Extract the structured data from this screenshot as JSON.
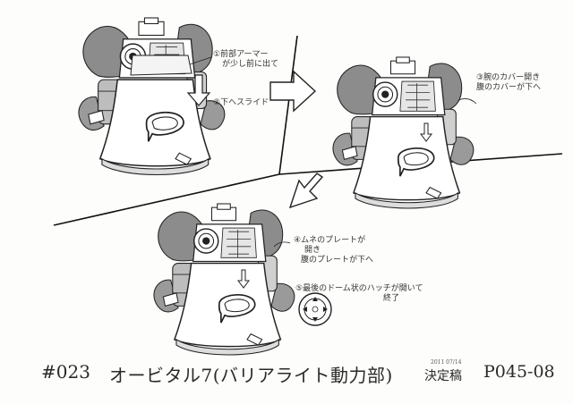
{
  "sheet": {
    "code": "#023",
    "title": "オービタル7(バリアライト動力部)",
    "date": "2011 07/14",
    "status": "決定稿",
    "page": "P045-08"
  },
  "notes": {
    "step1_line1": "①前部アーマー",
    "step1_line2": "が少し前に出て",
    "step2": "②下へスライド",
    "step3_line1": "③腕のカバー開き",
    "step3_line2": "腹のカバーが下へ",
    "step4_line1": "④ムネのプレートが",
    "step4_line2": "開き",
    "step4_line3": "腹のプレートが下へ",
    "step5_line1": "⑤最後のドーム状のハッチが開いて",
    "step5_line2": "終了"
  },
  "icons": {
    "flow_arrow": "flow-arrow-icon",
    "hatch": "dome-hatch-icon"
  },
  "colors": {
    "ink": "#222222",
    "paper": "#fdfdfb",
    "shade": "#8a8a8a",
    "shade_light": "#c4c4c4"
  }
}
